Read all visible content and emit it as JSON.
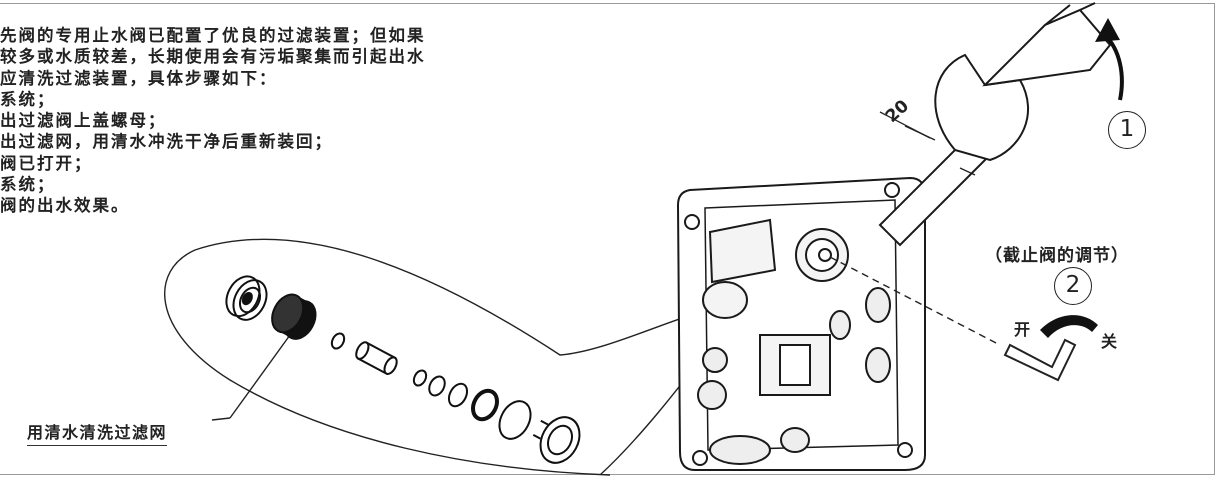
{
  "instructions": [
    "先阀的专用止水阀已配置了优良的过滤装置；但如果",
    "较多或水质较差，长期使用会有污垢聚集而引起出水",
    "应清洗过滤装置，具体步骤如下：",
    "系统；",
    "出过滤阀上盖螺母；",
    "出过滤网，用清水冲洗干净后重新装回；",
    "阀已打开；",
    "系统；",
    "阀的出水效果。"
  ],
  "callouts": {
    "filter_wash": "用清水清洗过滤网",
    "valve_adjust": "（截止阀的调节）",
    "open": "开",
    "close": "关",
    "dimension": "20"
  },
  "steps": [
    "1",
    "2"
  ]
}
